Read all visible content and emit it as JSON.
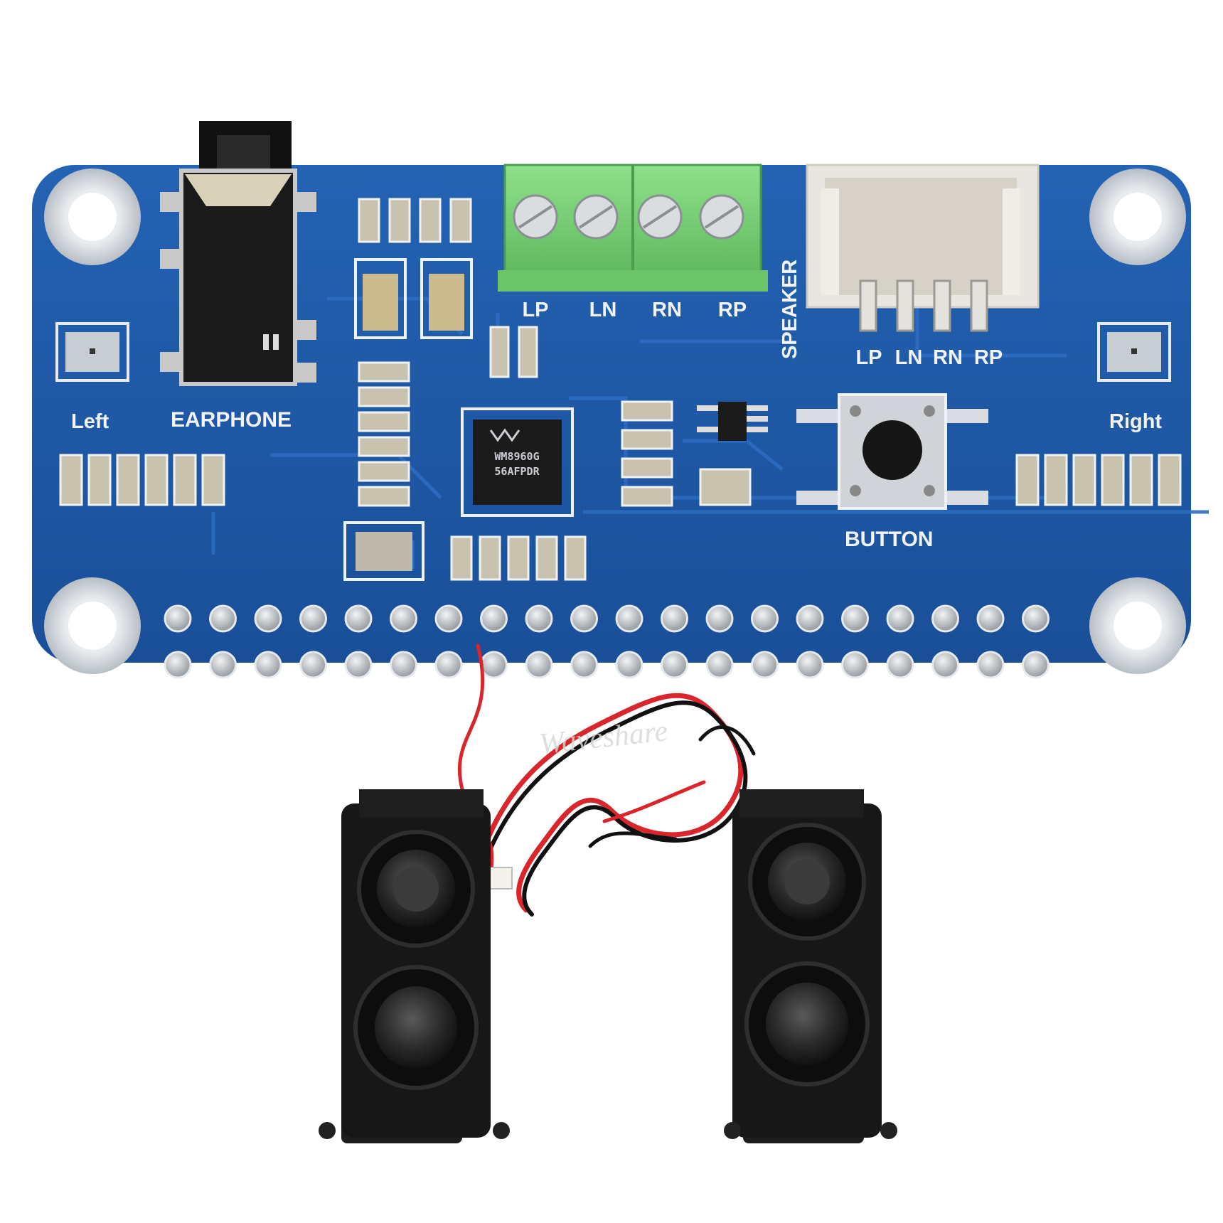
{
  "board": {
    "label_earphone": "EARPHONE",
    "label_left": "Left",
    "label_right": "Right",
    "label_button": "BUTTON",
    "label_speaker": "SPEAKER",
    "terminal_labels": [
      "LP",
      "LN",
      "RN",
      "RP"
    ],
    "connector_labels": [
      "LP",
      "LN",
      "RN",
      "RP"
    ],
    "codec_chip_lines": [
      "WM8960G",
      "56AFPDR"
    ],
    "pcb_color": "#1f5aa8",
    "terminal_color": "#7fd17a"
  },
  "speakers": {
    "count": 2,
    "body_color": "#151515",
    "wire_colors": [
      "#d8262c",
      "#111111"
    ]
  },
  "watermark": "Waveshare"
}
